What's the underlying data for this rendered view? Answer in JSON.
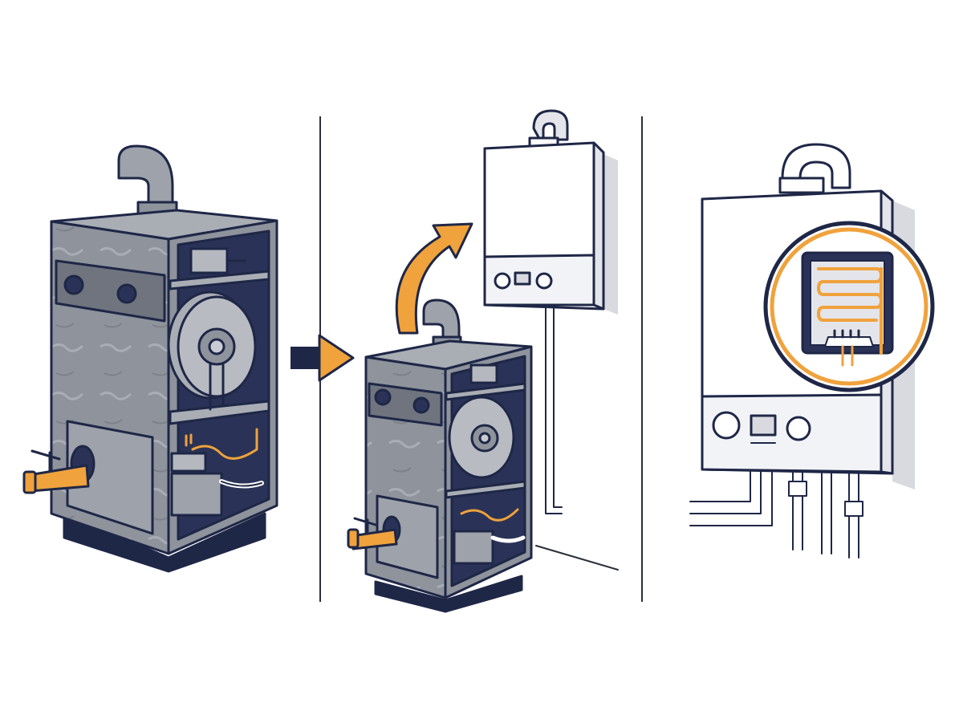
{
  "colors": {
    "outline": "#1f2747",
    "dark_navy": "#1f2747",
    "old_grey": "#8e939c",
    "old_grey_light": "#a9adb4",
    "old_grey_dark": "#6f747e",
    "cavity": "#2a3357",
    "orange": "#f0a23c",
    "orange_dark": "#c9781f",
    "boiler_white": "#ffffff",
    "boiler_shade": "#e4e5ea",
    "wall_shadow": "#d9dae0",
    "divider": "#2b2f3a"
  },
  "panels": [
    {
      "name": "old-floor-furnace"
    },
    {
      "name": "replacement-step"
    },
    {
      "name": "new-wall-boiler"
    }
  ],
  "icons": [
    "right-arrow-icon",
    "curved-arrow-icon",
    "heat-exchanger-magnifier-icon"
  ]
}
